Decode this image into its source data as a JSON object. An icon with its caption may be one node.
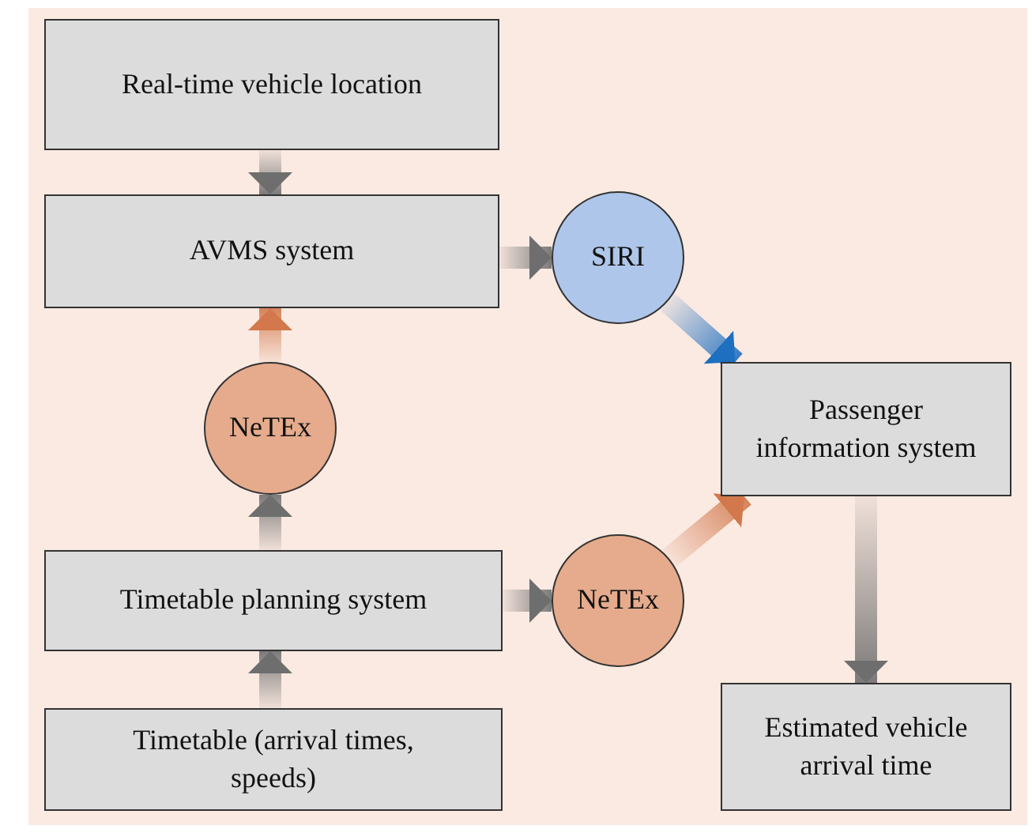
{
  "diagram": {
    "nodes": [
      {
        "text": [
          "Real-time vehicle location"
        ]
      },
      {
        "text": [
          "AVMS system"
        ]
      },
      {
        "text": [
          "SIRI"
        ]
      },
      {
        "text": [
          "NeTEx"
        ]
      },
      {
        "text": [
          "Passenger information system"
        ]
      },
      {
        "text": [
          "Timetable planning system"
        ]
      },
      {
        "text": [
          "NeTEx"
        ]
      },
      {
        "text": [
          "Timetable (arrival times, speeds)"
        ]
      },
      {
        "text": [
          "Estimated vehicle arrival time"
        ]
      }
    ],
    "edges": [
      {
        "from": 0,
        "to": 1,
        "arrow": "to",
        "style": "thick"
      },
      {
        "from": 1,
        "to": 2,
        "arrow": "to",
        "style": "thick"
      },
      {
        "from": 2,
        "to": 4,
        "arrow": "to",
        "style": "thick",
        "color": "#1f6fc0"
      },
      {
        "from": 3,
        "to": 1,
        "arrow": "to",
        "style": "thick",
        "color": "#d2784c"
      },
      {
        "from": 5,
        "to": 3,
        "arrow": "to",
        "style": "thick"
      },
      {
        "from": 5,
        "to": 6,
        "arrow": "to",
        "style": "thick"
      },
      {
        "from": 6,
        "to": 4,
        "arrow": "to",
        "style": "thick",
        "color": "#d2784c"
      },
      {
        "from": 7,
        "to": 5,
        "arrow": "to",
        "style": "thick"
      },
      {
        "from": 4,
        "to": 8,
        "arrow": "to",
        "style": "thick"
      }
    ]
  }
}
